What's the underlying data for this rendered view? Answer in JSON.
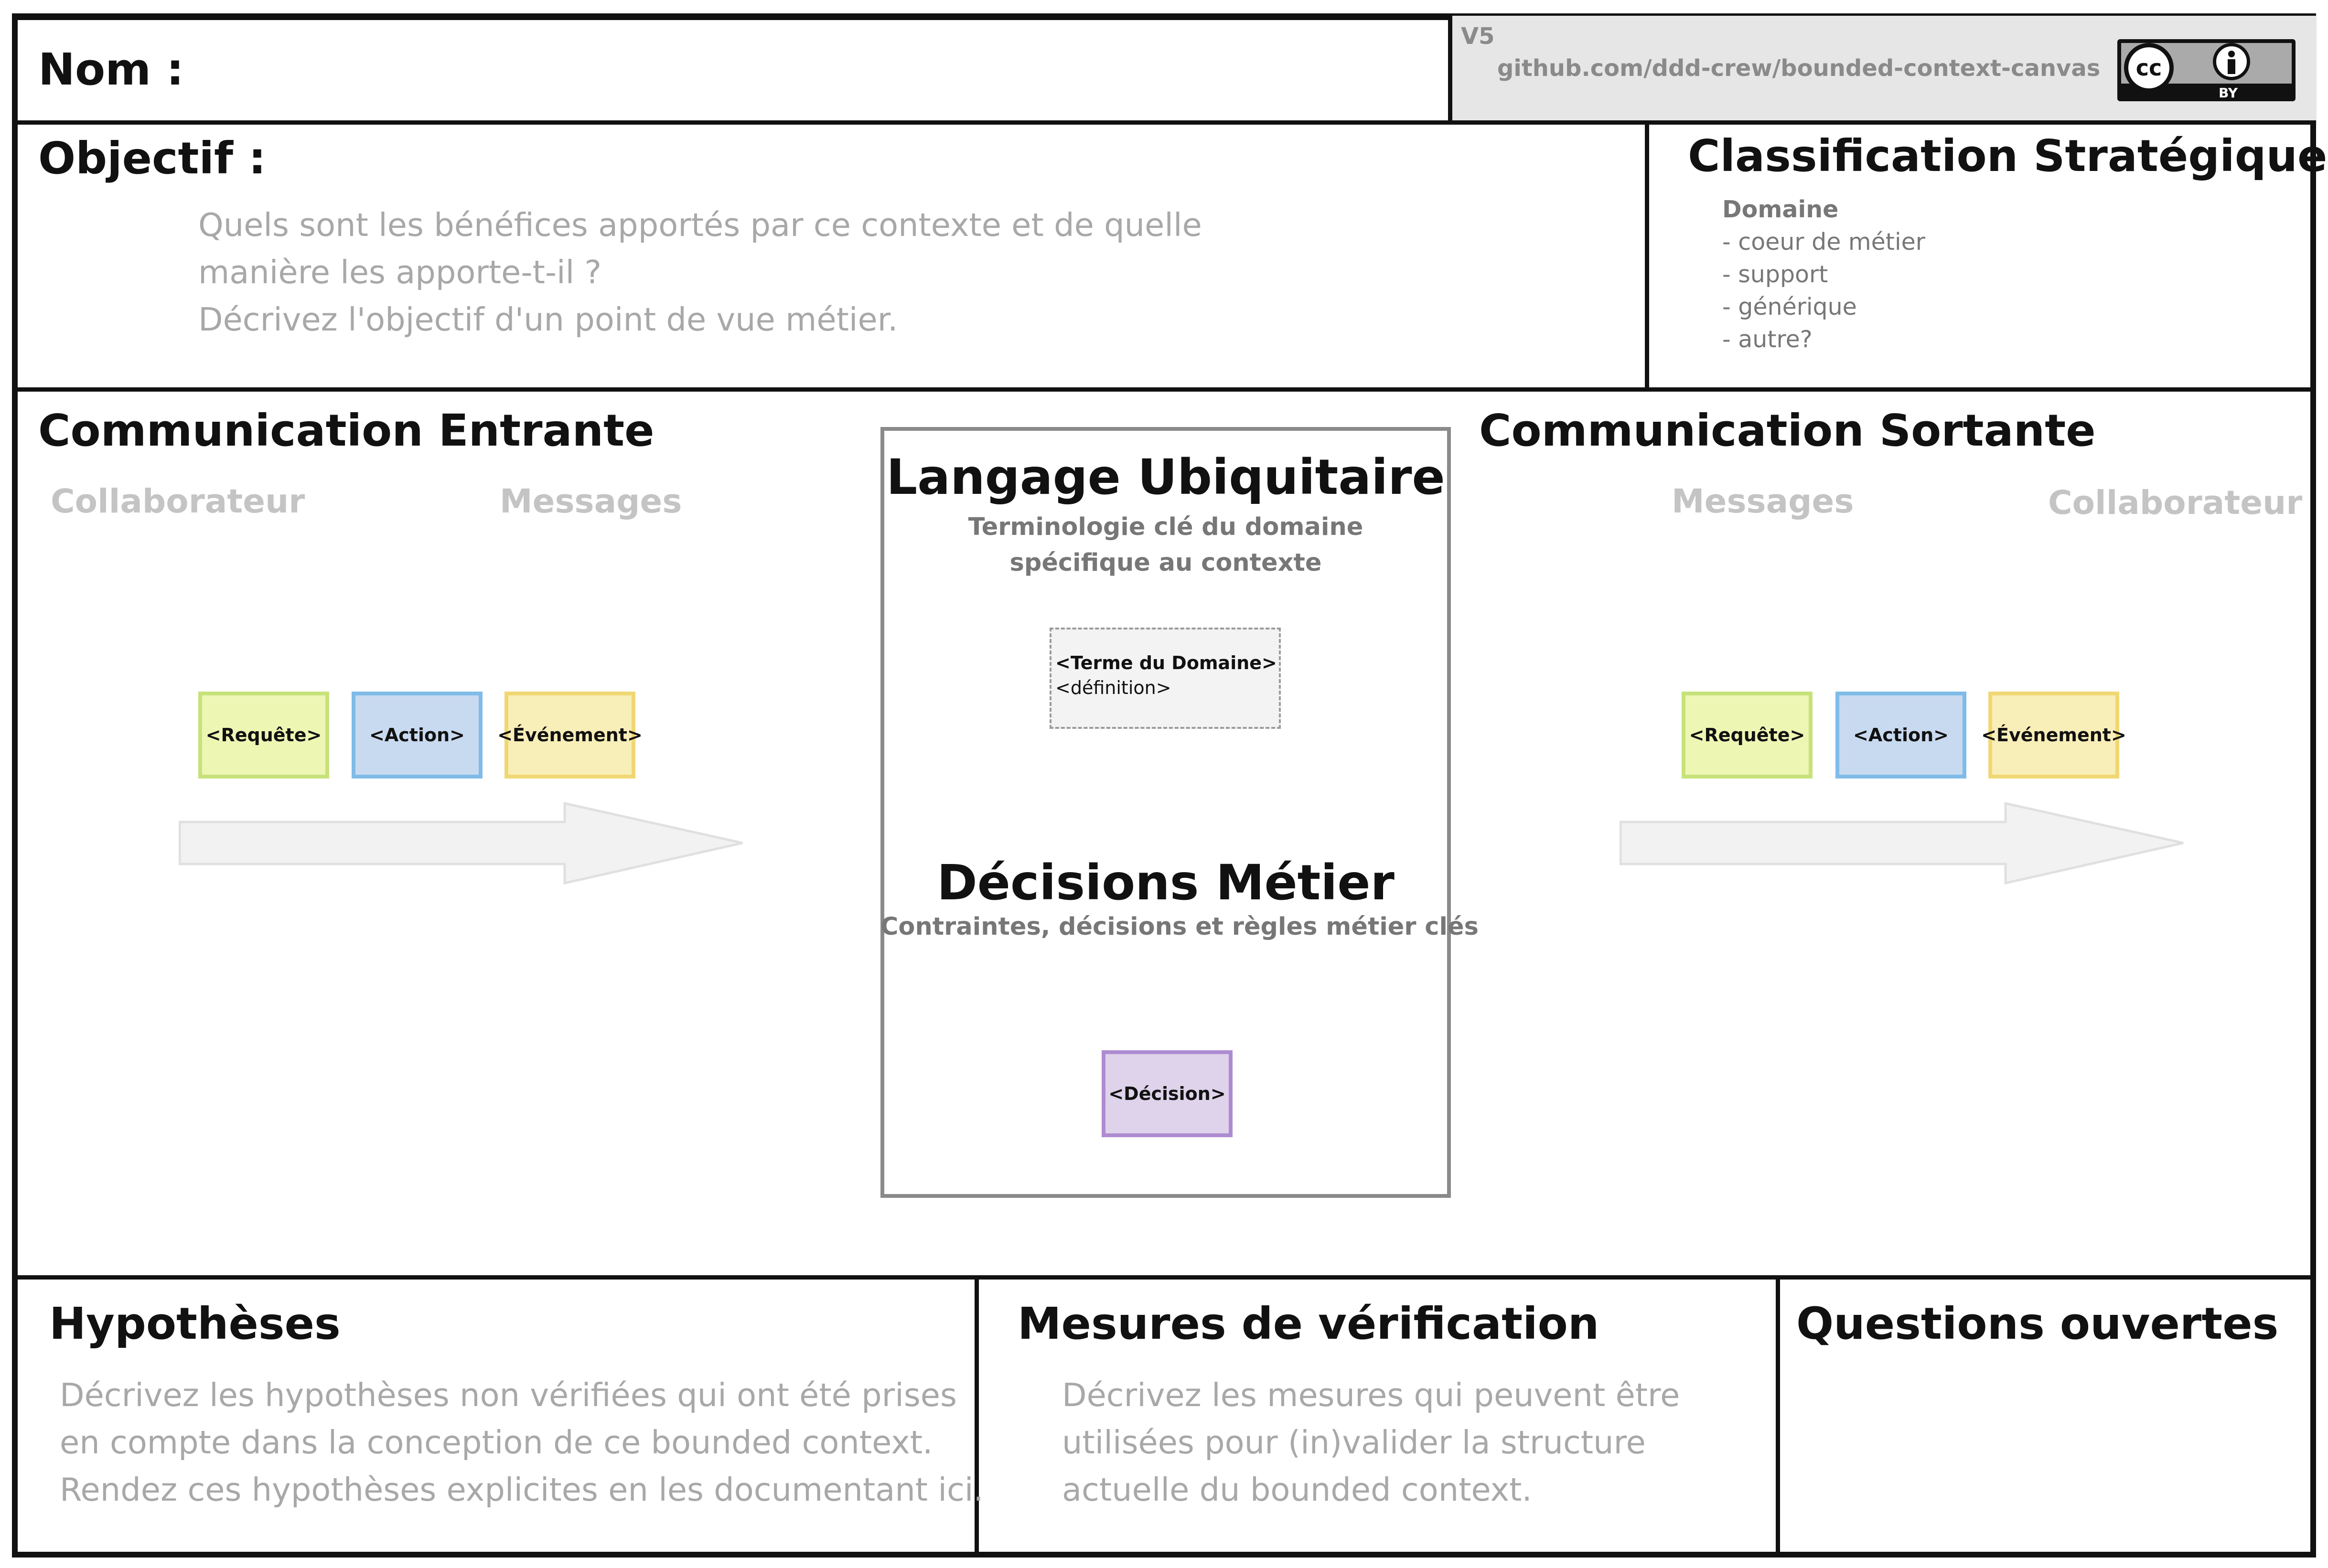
{
  "header": {
    "name_label": "Nom :",
    "version": "V5",
    "source": "github.com/ddd-crew/bounded-context-canvas",
    "license": {
      "cc": "cc",
      "by": "BY",
      "icon": "creative-commons-by-icon"
    }
  },
  "objectif": {
    "title": "Objectif :",
    "hint_lines": [
      "Quels sont les bénéfices apportés par ce contexte et de quelle",
      "manière les apporte-t-il ?",
      "Décrivez l'objectif d'un point de vue métier."
    ]
  },
  "classification": {
    "title": "Classification Stratégique",
    "heading": "Domaine",
    "items": [
      "- coeur de métier",
      "- support",
      "- générique",
      "- autre?"
    ]
  },
  "inbound": {
    "title": "Communication Entrante",
    "col_collaborator": "Collaborateur",
    "col_messages": "Messages",
    "stickies": [
      "<Requête>",
      "<Action>",
      "<Événement>"
    ]
  },
  "outbound": {
    "title": "Communication Sortante",
    "col_messages": "Messages",
    "col_collaborator": "Collaborateur",
    "stickies": [
      "<Requête>",
      "<Action>",
      "<Événement>"
    ]
  },
  "ubiquitous": {
    "title": "Langage Ubiquitaire",
    "subtitle_lines": [
      "Terminologie clé du domaine",
      "spécifique au contexte"
    ],
    "term": "<Terme du Domaine>",
    "definition": "<définition>"
  },
  "business_decisions": {
    "title": "Décisions Métier",
    "subtitle": "Contraintes, décisions et règles métier clés",
    "sticky": "<Décision>"
  },
  "assumptions": {
    "title": "Hypothèses",
    "hint_lines": [
      "Décrivez les hypothèses non vérifiées qui ont été prises",
      "en compte dans la conception de ce bounded context.",
      "Rendez ces hypothèses explicites en les documentant ici."
    ]
  },
  "verification": {
    "title": "Mesures de vérification",
    "hint_lines": [
      "Décrivez les mesures qui peuvent être",
      "utilisées pour (in)valider la structure",
      "actuelle du bounded context."
    ]
  },
  "open_questions": {
    "title": "Questions ouvertes"
  },
  "colors": {
    "requete": "#eef6b4",
    "action": "#c8daf0",
    "evenement": "#f8eeb8",
    "decision": "#ded3ea",
    "hint_text": "#a8a8a8",
    "border": "#111111"
  }
}
